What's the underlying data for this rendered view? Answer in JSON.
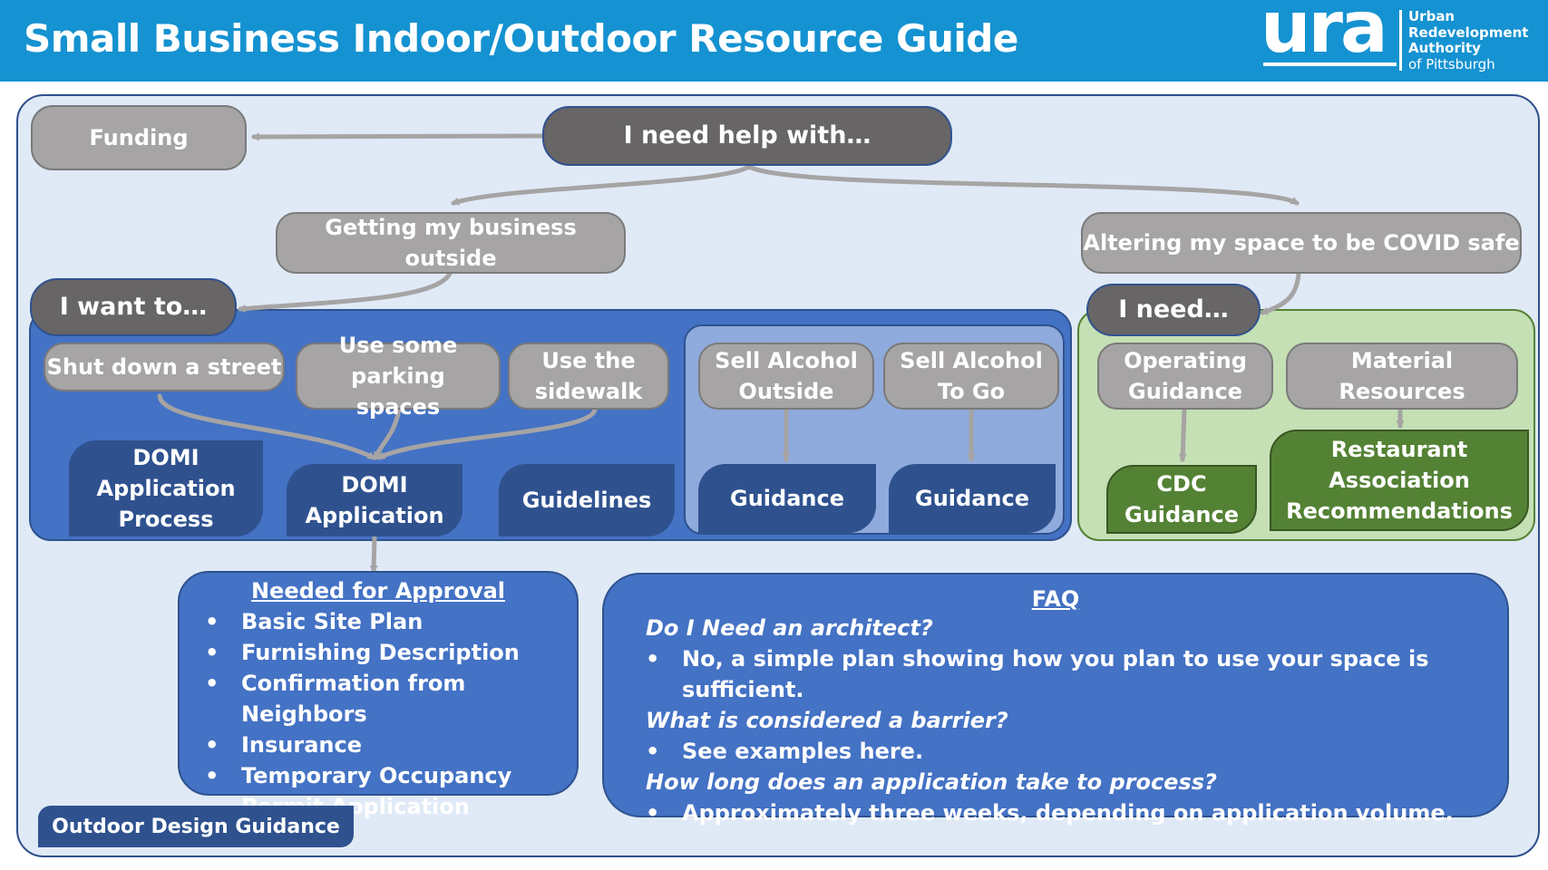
{
  "header": {
    "title": "Small Business Indoor/Outdoor Resource Guide",
    "logo": {
      "mark": "ura",
      "lines": [
        "Urban",
        "Redevelopment",
        "Authority",
        "of Pittsburgh"
      ]
    }
  },
  "nodes": {
    "funding": "Funding",
    "help": "I need help with…",
    "outside": "Getting my business outside",
    "covid": "Altering my space to be COVID safe",
    "want": "I want to…",
    "need": "I need…",
    "shut_street": "Shut down a street",
    "parking": "Use some parking spaces",
    "sidewalk": "Use the sidewalk",
    "alcohol_outside": "Sell Alcohol Outside",
    "alcohol_togo": "Sell Alcohol To Go",
    "operating": "Operating Guidance",
    "material": "Material Resources",
    "domi_process": "DOMI Application Process",
    "domi_app": "DOMI Application",
    "guidelines": "Guidelines",
    "guidance_1": "Guidance",
    "guidance_2": "Guidance",
    "cdc": "CDC Guidance",
    "restaurant": "Restaurant Association Recommendations",
    "outdoor_design": "Outdoor Design Guidance"
  },
  "approval": {
    "title": "Needed for Approval",
    "items": [
      "Basic Site Plan",
      "Furnishing Description",
      "Confirmation from Neighbors",
      "Insurance",
      "Temporary Occupancy Permit Application"
    ]
  },
  "faq": {
    "title": "FAQ",
    "entries": [
      {
        "q": "Do I Need an architect?",
        "a": "No, a simple plan showing how you plan to use your space is sufficient."
      },
      {
        "q": "What is considered a barrier?",
        "a": "See examples here."
      },
      {
        "q": "How long does an application take to process?",
        "a": "Approximately three weeks, depending on application volume."
      }
    ]
  },
  "colors": {
    "header": "#1592d1",
    "canvas": "#e0eaf6",
    "blue_panel": "#4472c4",
    "light_panel": "#8faadc",
    "green_panel": "#c5e0b4",
    "navy": "#2f528f",
    "green_box": "#548235",
    "gray_box": "#a6a4a4",
    "dark_box": "#676565",
    "arrow": "#a6a4a4"
  }
}
